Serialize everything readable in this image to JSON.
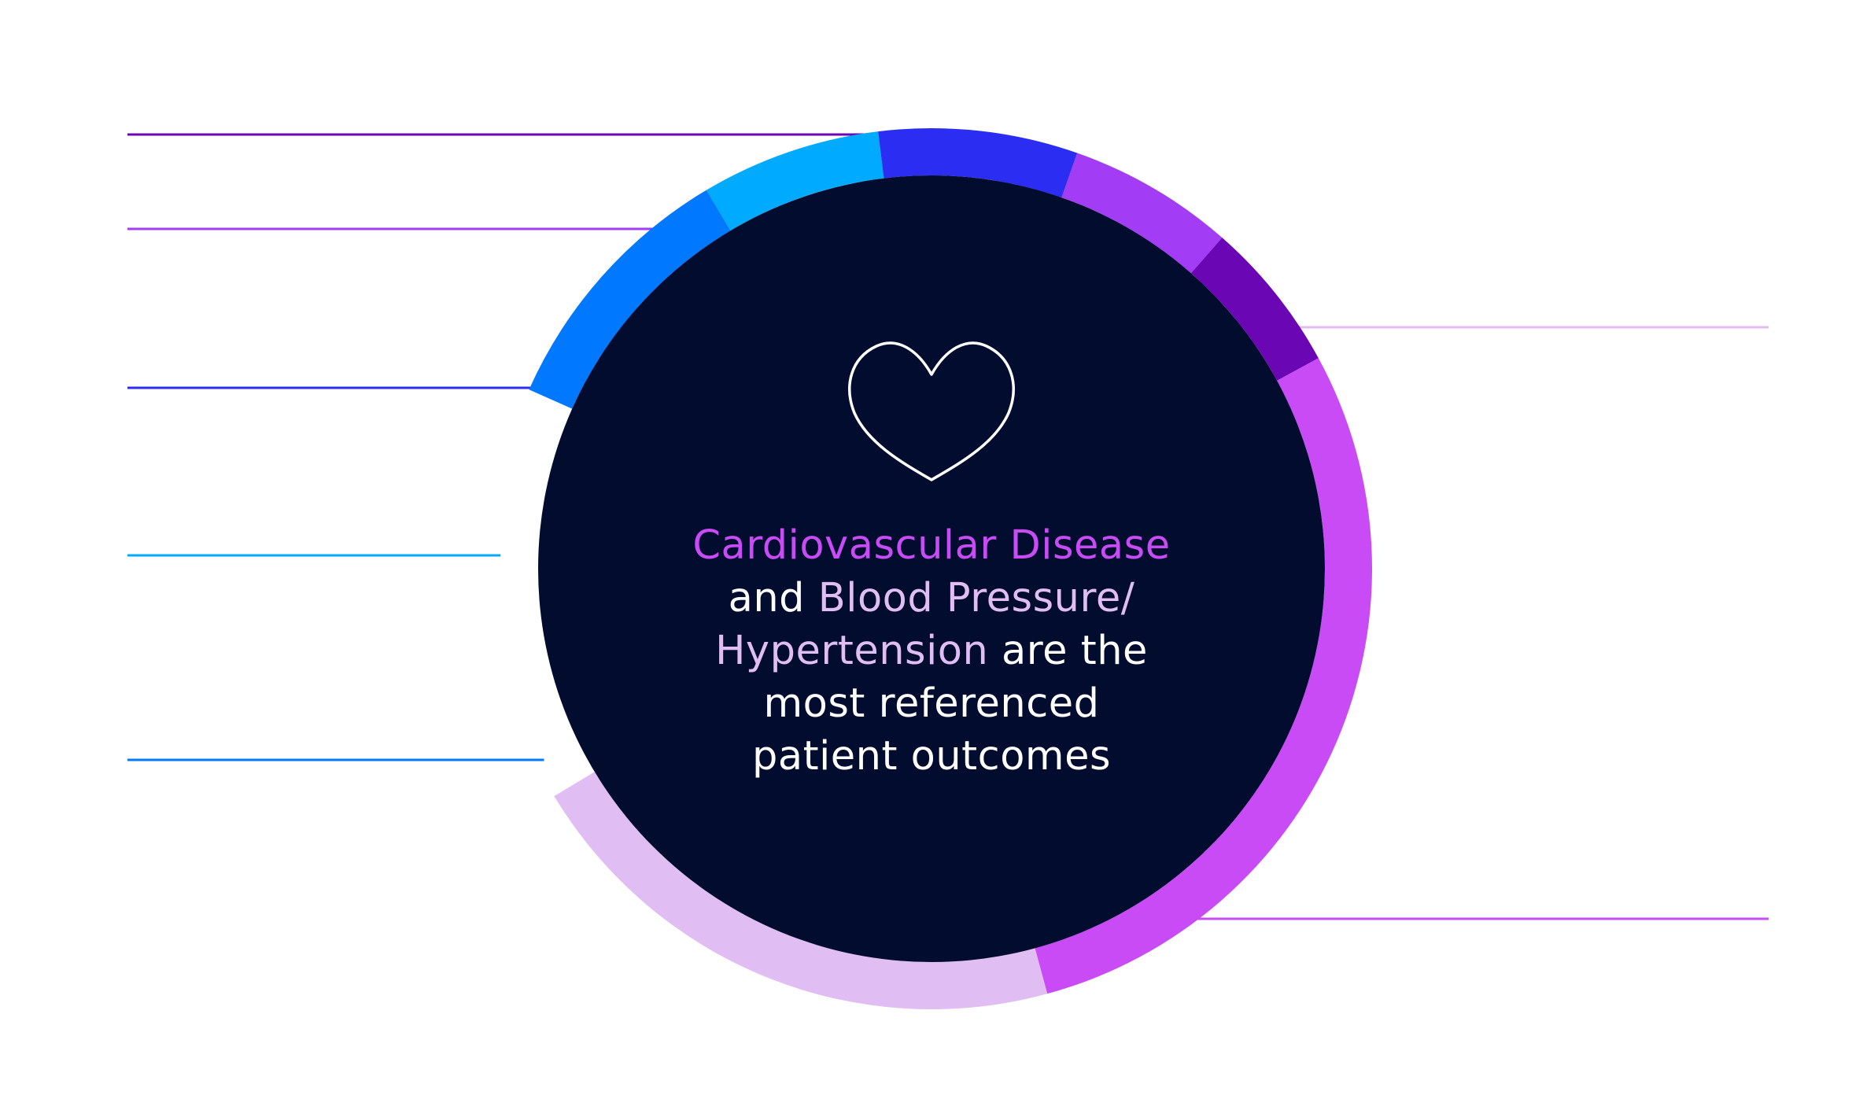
{
  "colors": {
    "background": "#ffffff",
    "center_fill": "#020c2e",
    "heart_stroke": "#ffffff",
    "text_white": "#ffffff",
    "text_magenta": "#c94bf5",
    "text_lavender": "#e0bdf2"
  },
  "center_icon": "heart-outline-icon",
  "center_text": {
    "line1_highlight": "Cardiovascular Disease",
    "line2_plain": "and ",
    "line2_highlight": "Blood Pressure/",
    "line3_highlight": "Hypertension",
    "line3_plain": " are the",
    "line4": "most referenced",
    "line5": "patient outcomes"
  },
  "chart_data": {
    "type": "pie",
    "title": "",
    "start_angle_deg": -156,
    "series": [
      {
        "color": "#0078ff",
        "value_pct": 9.8,
        "leader_side": "left"
      },
      {
        "color": "#00aaff",
        "value_pct": 6.6,
        "leader_side": "left"
      },
      {
        "color": "#2b2ef2",
        "value_pct": 7.3,
        "leader_side": "left"
      },
      {
        "color": "#a23cf5",
        "value_pct": 6.1,
        "leader_side": "left"
      },
      {
        "color": "#6a06b3",
        "value_pct": 5.6,
        "leader_side": "left"
      },
      {
        "color": "#c94bf5",
        "value_pct": 28.7,
        "leader_side": "right"
      },
      {
        "color": "#e0bdf2",
        "value_pct": 20.6,
        "leader_side": "right"
      }
    ]
  }
}
